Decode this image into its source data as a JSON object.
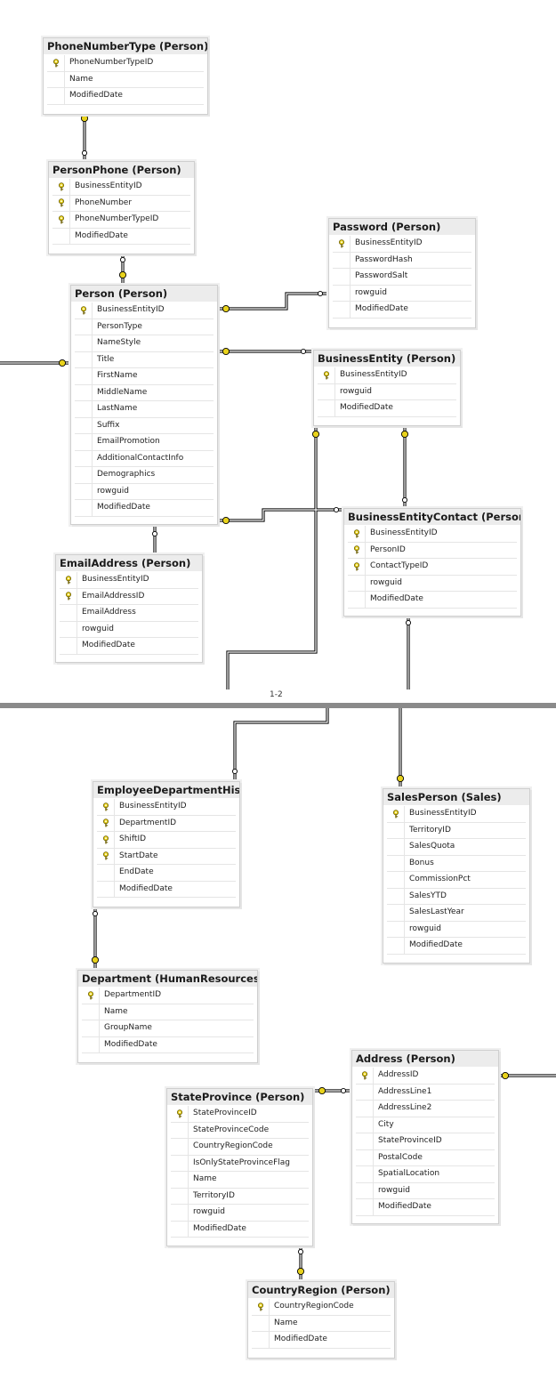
{
  "page_label": "1-2",
  "colors": {
    "key": "#e8d21c",
    "connector": "#000000",
    "title_bg": "#ececec",
    "divider": "#8a8a8a"
  },
  "tables": {
    "phonenumbertype": {
      "title": "PhoneNumberType (Person)",
      "columns": [
        {
          "name": "PhoneNumberTypeID",
          "pk": true
        },
        {
          "name": "Name",
          "pk": false
        },
        {
          "name": "ModifiedDate",
          "pk": false
        }
      ]
    },
    "personphone": {
      "title": "PersonPhone (Person)",
      "columns": [
        {
          "name": "BusinessEntityID",
          "pk": true
        },
        {
          "name": "PhoneNumber",
          "pk": true
        },
        {
          "name": "PhoneNumberTypeID",
          "pk": true
        },
        {
          "name": "ModifiedDate",
          "pk": false
        }
      ]
    },
    "password": {
      "title": "Password (Person)",
      "columns": [
        {
          "name": "BusinessEntityID",
          "pk": true
        },
        {
          "name": "PasswordHash",
          "pk": false
        },
        {
          "name": "PasswordSalt",
          "pk": false
        },
        {
          "name": "rowguid",
          "pk": false
        },
        {
          "name": "ModifiedDate",
          "pk": false
        }
      ]
    },
    "person": {
      "title": "Person (Person)",
      "columns": [
        {
          "name": "BusinessEntityID",
          "pk": true
        },
        {
          "name": "PersonType",
          "pk": false
        },
        {
          "name": "NameStyle",
          "pk": false
        },
        {
          "name": "Title",
          "pk": false
        },
        {
          "name": "FirstName",
          "pk": false
        },
        {
          "name": "MiddleName",
          "pk": false
        },
        {
          "name": "LastName",
          "pk": false
        },
        {
          "name": "Suffix",
          "pk": false
        },
        {
          "name": "EmailPromotion",
          "pk": false
        },
        {
          "name": "AdditionalContactInfo",
          "pk": false
        },
        {
          "name": "Demographics",
          "pk": false
        },
        {
          "name": "rowguid",
          "pk": false
        },
        {
          "name": "ModifiedDate",
          "pk": false
        }
      ]
    },
    "businessentity": {
      "title": "BusinessEntity (Person)",
      "columns": [
        {
          "name": "BusinessEntityID",
          "pk": true
        },
        {
          "name": "rowguid",
          "pk": false
        },
        {
          "name": "ModifiedDate",
          "pk": false
        }
      ]
    },
    "businessentitycontact": {
      "title": "BusinessEntityContact (Person)",
      "columns": [
        {
          "name": "BusinessEntityID",
          "pk": true
        },
        {
          "name": "PersonID",
          "pk": true
        },
        {
          "name": "ContactTypeID",
          "pk": true
        },
        {
          "name": "rowguid",
          "pk": false
        },
        {
          "name": "ModifiedDate",
          "pk": false
        }
      ]
    },
    "emailaddress": {
      "title": "EmailAddress (Person)",
      "columns": [
        {
          "name": "BusinessEntityID",
          "pk": true
        },
        {
          "name": "EmailAddressID",
          "pk": true
        },
        {
          "name": "EmailAddress",
          "pk": false
        },
        {
          "name": "rowguid",
          "pk": false
        },
        {
          "name": "ModifiedDate",
          "pk": false
        }
      ]
    },
    "employeedepartmenthistory": {
      "title": "EmployeeDepartmentHistor",
      "columns": [
        {
          "name": "BusinessEntityID",
          "pk": true
        },
        {
          "name": "DepartmentID",
          "pk": true
        },
        {
          "name": "ShiftID",
          "pk": true
        },
        {
          "name": "StartDate",
          "pk": true
        },
        {
          "name": "EndDate",
          "pk": false
        },
        {
          "name": "ModifiedDate",
          "pk": false
        }
      ]
    },
    "salesperson": {
      "title": "SalesPerson (Sales)",
      "columns": [
        {
          "name": "BusinessEntityID",
          "pk": true
        },
        {
          "name": "TerritoryID",
          "pk": false
        },
        {
          "name": "SalesQuota",
          "pk": false
        },
        {
          "name": "Bonus",
          "pk": false
        },
        {
          "name": "CommissionPct",
          "pk": false
        },
        {
          "name": "SalesYTD",
          "pk": false
        },
        {
          "name": "SalesLastYear",
          "pk": false
        },
        {
          "name": "rowguid",
          "pk": false
        },
        {
          "name": "ModifiedDate",
          "pk": false
        }
      ]
    },
    "department": {
      "title": "Department (HumanResources)",
      "columns": [
        {
          "name": "DepartmentID",
          "pk": true
        },
        {
          "name": "Name",
          "pk": false
        },
        {
          "name": "GroupName",
          "pk": false
        },
        {
          "name": "ModifiedDate",
          "pk": false
        }
      ]
    },
    "address": {
      "title": "Address (Person)",
      "columns": [
        {
          "name": "AddressID",
          "pk": true
        },
        {
          "name": "AddressLine1",
          "pk": false
        },
        {
          "name": "AddressLine2",
          "pk": false
        },
        {
          "name": "City",
          "pk": false
        },
        {
          "name": "StateProvinceID",
          "pk": false
        },
        {
          "name": "PostalCode",
          "pk": false
        },
        {
          "name": "SpatialLocation",
          "pk": false
        },
        {
          "name": "rowguid",
          "pk": false
        },
        {
          "name": "ModifiedDate",
          "pk": false
        }
      ]
    },
    "stateprovince": {
      "title": "StateProvince (Person)",
      "columns": [
        {
          "name": "StateProvinceID",
          "pk": true
        },
        {
          "name": "StateProvinceCode",
          "pk": false
        },
        {
          "name": "CountryRegionCode",
          "pk": false
        },
        {
          "name": "IsOnlyStateProvinceFlag",
          "pk": false
        },
        {
          "name": "Name",
          "pk": false
        },
        {
          "name": "TerritoryID",
          "pk": false
        },
        {
          "name": "rowguid",
          "pk": false
        },
        {
          "name": "ModifiedDate",
          "pk": false
        }
      ]
    },
    "countryregion": {
      "title": "CountryRegion (Person)",
      "columns": [
        {
          "name": "CountryRegionCode",
          "pk": true
        },
        {
          "name": "Name",
          "pk": false
        },
        {
          "name": "ModifiedDate",
          "pk": false
        }
      ]
    }
  }
}
